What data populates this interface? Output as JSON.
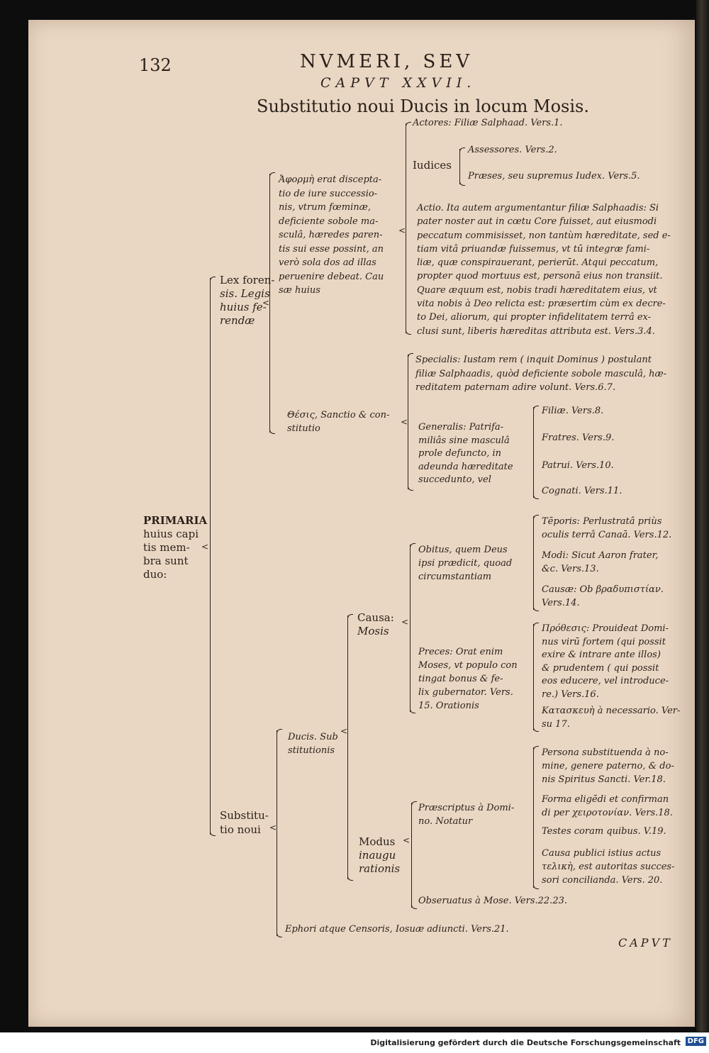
{
  "header": {
    "page_number": "132",
    "running_title": "NVMERI, SEV",
    "chapter": "CAPVT XXVII.",
    "title": "Substitutio noui Ducis in locum Mosis."
  },
  "tree": {
    "root": [
      "PRIMARIA",
      "huius capi",
      "tis mem-",
      "bra sunt",
      "duo:"
    ],
    "lex": [
      "Lex foren-",
      "sis. Legis",
      "huius fe-",
      "rendæ"
    ],
    "aphorme": [
      "Ἀφορμὴ erat discepta-",
      "tio de iure successio-",
      "nis, vtrum fœminæ,",
      "deficiente sobole ma-",
      "sculâ, hæredes paren-",
      "tis sui esse possint, an",
      "verò sola dos ad illas",
      "peruenire debeat. Cau",
      "sæ huius"
    ],
    "actores": "Actores: Filiæ Salphaad. Vers.1.",
    "iudices": "Iudices",
    "assessores": "Assessores. Vers.2.",
    "praeses": "Præses, seu supremus Iudex. Vers.5.",
    "actio": [
      "Actio. Ita autem argumentantur filiæ Salphaadis: Si",
      "pater noster aut in cœtu Core fuisset, aut eiusmodi",
      "peccatum commisisset, non tantùm hæreditate, sed e-",
      "tiam vitâ priuandæ fuissemus, vt tū integræ fami-",
      "liæ, quæ conspirauerant, perierūt. Atqui peccatum,",
      "propter quod mortuus est, personā eius non transiit.",
      "Quare æquum est, nobis tradi hæreditatem eius, vt",
      "vita nobis à Deo relicta est: præsertim cùm ex decre-",
      "to Dei, aliorum, qui propter infidelitatem terrâ ex-",
      "clusi sunt, liberis hæreditas attributa est. Vers.3.4."
    ],
    "thesis": [
      "Θέσις, Sanctio & con-",
      "stitutio"
    ],
    "specialis": [
      "Specialis: Iustam rem ( inquit Dominus ) postulant",
      "filiæ Salphaadis, quòd deficiente sobole masculâ, hæ-",
      "reditatem paternam adire volunt. Vers.6.7."
    ],
    "generalis": [
      "Generalis: Patrifa-",
      "miliâs sine masculâ",
      "prole defuncto, in",
      "adeunda hæreditate",
      "succeduntο, vel"
    ],
    "filiae": "Filiæ. Vers.8.",
    "fratres": "Fratres. Vers.9.",
    "patrui": "Patrui. Vers.10.",
    "cognati": "Cognati. Vers.11.",
    "substitutio": [
      "Substitu-",
      "tio noui"
    ],
    "ducis": [
      "Ducis. Sub",
      "stitutionis"
    ],
    "causa": [
      "Causa:",
      "Mosis"
    ],
    "obitus": [
      "Obitus, quem Deus",
      "ipsi prædicit, quoad",
      "circumstantiam"
    ],
    "temporis": [
      "Tēporis: Perlustratâ priùs",
      "oculis terrâ Canaā. Vers.12."
    ],
    "modi": [
      "Modi: Sicut Aaron frater,",
      "&c. Vers.13."
    ],
    "causae": [
      "Causæ: Ob βραδυπιστίαν.",
      "Vers.14."
    ],
    "preces": [
      "Preces: Orat enim",
      "Moses, vt populo con",
      "tingat bonus & fe-",
      "lix gubernator. Vers.",
      "15. Orationis"
    ],
    "prothesis": [
      "Πρόθεσις: Prouideat Domi-",
      "nus virū fortem (qui possit",
      "exire & intrare ante illos)",
      "& prudentem ( qui possit",
      "eos educere, vel introduce-",
      "re.) Vers.16."
    ],
    "kataskeue": [
      "Κατασκευὴ à necessario. Ver-",
      "su 17."
    ],
    "modus": [
      "Modus",
      "inaugu",
      "rationis"
    ],
    "praescriptus": [
      "Præscriptus à Domi-",
      "no. Notatur"
    ],
    "persona": [
      "Persona substituenda à no-",
      "mine, genere paterno, & do-",
      "nis Spiritus Sancti. Ver.18."
    ],
    "forma": [
      "Forma eligēdi et confirman",
      "di per χειροτονίαν. Vers.18."
    ],
    "testes": "Testes coram quibus. V.19.",
    "causa_publici": [
      "Causa publici istius actus",
      "τελικὴ, est autoritas succes-",
      "sori concilianda. Vers. 20."
    ],
    "obseruatus": "Obseruatus à Mose. Vers.22.23.",
    "ephori": "Ephori atque Censoris, Iosuæ adiuncti. Vers.21."
  },
  "catchword": "CAPVT",
  "digitization_notice": "Digitalisierung gefördert durch die Deutsche Forschungsgemeinschaft",
  "dfg_logo": "DFG"
}
